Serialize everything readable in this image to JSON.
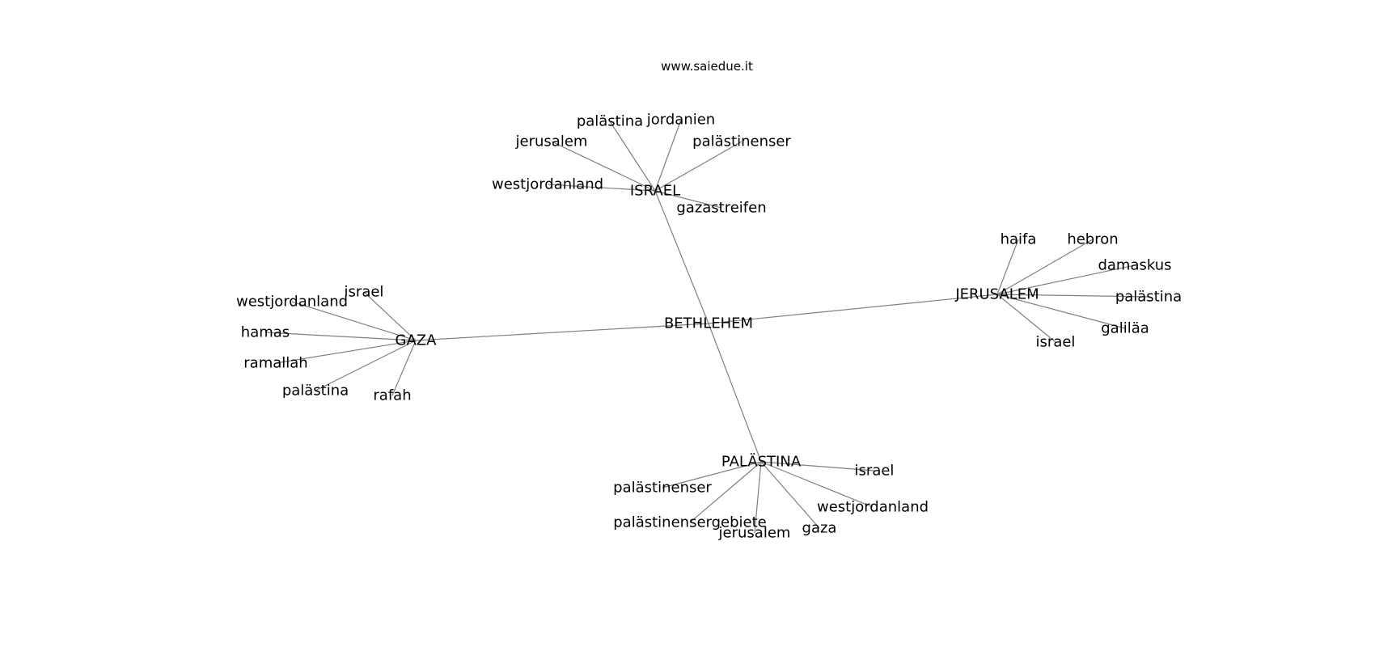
{
  "caption": "www.saiedue.it",
  "colors": {
    "edge": "#7f7f7f",
    "text": "#000000",
    "background": "#ffffff"
  },
  "nodes": [
    {
      "id": "BETHLEHEM",
      "label": "BETHLEHEM"
    },
    {
      "id": "ISRAEL",
      "label": "ISRAEL"
    },
    {
      "id": "GAZA",
      "label": "GAZA"
    },
    {
      "id": "JERUSALEM",
      "label": "JERUSALEM"
    },
    {
      "id": "PALÄSTINA",
      "label": "PALÄSTINA"
    },
    {
      "id": "isr_palästina",
      "label": "palästina"
    },
    {
      "id": "isr_jordanien",
      "label": "jordanien"
    },
    {
      "id": "isr_jerusalem",
      "label": "jerusalem"
    },
    {
      "id": "isr_palästinenser",
      "label": "palästinenser"
    },
    {
      "id": "isr_westjordanland",
      "label": "westjordanland"
    },
    {
      "id": "isr_gazastreifen",
      "label": "gazastreifen"
    },
    {
      "id": "gaz_israel",
      "label": "israel"
    },
    {
      "id": "gaz_westjordanland",
      "label": "westjordanland"
    },
    {
      "id": "gaz_hamas",
      "label": "hamas"
    },
    {
      "id": "gaz_ramallah",
      "label": "ramallah"
    },
    {
      "id": "gaz_palästina",
      "label": "palästina"
    },
    {
      "id": "gaz_rafah",
      "label": "rafah"
    },
    {
      "id": "jer_haifa",
      "label": "haifa"
    },
    {
      "id": "jer_hebron",
      "label": "hebron"
    },
    {
      "id": "jer_damaskus",
      "label": "damaskus"
    },
    {
      "id": "jer_palästina",
      "label": "palästina"
    },
    {
      "id": "jer_galiläa",
      "label": "galiläa"
    },
    {
      "id": "jer_israel",
      "label": "israel"
    },
    {
      "id": "pal_israel",
      "label": "israel"
    },
    {
      "id": "pal_palästinenser",
      "label": "palästinenser"
    },
    {
      "id": "pal_westjordanland",
      "label": "westjordanland"
    },
    {
      "id": "pal_palästinensergebiete",
      "label": "palästinensergebiete"
    },
    {
      "id": "pal_jerusalem",
      "label": "jerusalem"
    },
    {
      "id": "pal_gaza",
      "label": "gaza"
    }
  ],
  "edges": [
    [
      "BETHLEHEM",
      "ISRAEL"
    ],
    [
      "BETHLEHEM",
      "GAZA"
    ],
    [
      "BETHLEHEM",
      "JERUSALEM"
    ],
    [
      "BETHLEHEM",
      "PALÄSTINA"
    ],
    [
      "ISRAEL",
      "isr_palästina"
    ],
    [
      "ISRAEL",
      "isr_jordanien"
    ],
    [
      "ISRAEL",
      "isr_jerusalem"
    ],
    [
      "ISRAEL",
      "isr_palästinenser"
    ],
    [
      "ISRAEL",
      "isr_westjordanland"
    ],
    [
      "ISRAEL",
      "isr_gazastreifen"
    ],
    [
      "GAZA",
      "gaz_israel"
    ],
    [
      "GAZA",
      "gaz_westjordanland"
    ],
    [
      "GAZA",
      "gaz_hamas"
    ],
    [
      "GAZA",
      "gaz_ramallah"
    ],
    [
      "GAZA",
      "gaz_palästina"
    ],
    [
      "GAZA",
      "gaz_rafah"
    ],
    [
      "JERUSALEM",
      "jer_haifa"
    ],
    [
      "JERUSALEM",
      "jer_hebron"
    ],
    [
      "JERUSALEM",
      "jer_damaskus"
    ],
    [
      "JERUSALEM",
      "jer_palästina"
    ],
    [
      "JERUSALEM",
      "jer_galiläa"
    ],
    [
      "JERUSALEM",
      "jer_israel"
    ],
    [
      "PALÄSTINA",
      "pal_israel"
    ],
    [
      "PALÄSTINA",
      "pal_palästinenser"
    ],
    [
      "PALÄSTINA",
      "pal_westjordanland"
    ],
    [
      "PALÄSTINA",
      "pal_palästinensergebiete"
    ],
    [
      "PALÄSTINA",
      "pal_jerusalem"
    ],
    [
      "PALÄSTINA",
      "pal_gaza"
    ]
  ]
}
